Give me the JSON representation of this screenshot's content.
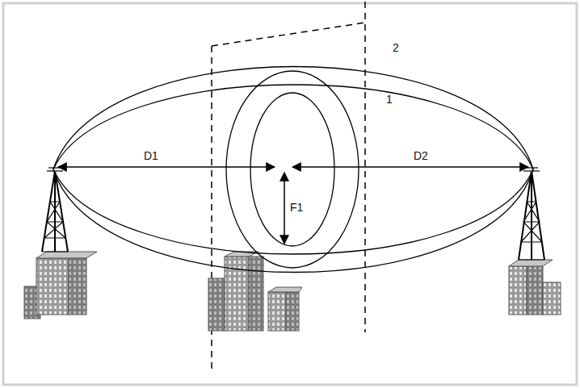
{
  "diagram": {
    "labels": [
      "2",
      "1",
      "D1",
      "D2",
      "F1"
    ]
  }
}
